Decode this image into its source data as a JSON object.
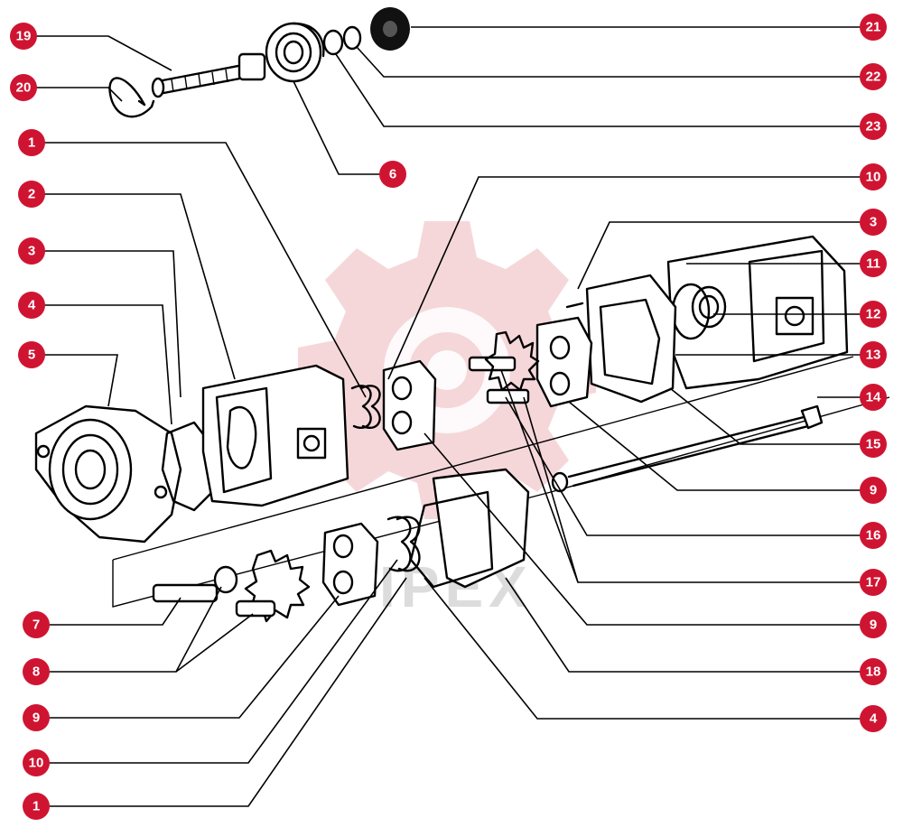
{
  "watermark": {
    "text": "IPEX",
    "color": "#f2c9cd"
  },
  "accent_color": "#cf1432",
  "callouts": [
    {
      "id": "c19",
      "label": "19"
    },
    {
      "id": "c20",
      "label": "20"
    },
    {
      "id": "c1a",
      "label": "1"
    },
    {
      "id": "c2",
      "label": "2"
    },
    {
      "id": "c3a",
      "label": "3"
    },
    {
      "id": "c4a",
      "label": "4"
    },
    {
      "id": "c5",
      "label": "5"
    },
    {
      "id": "c7",
      "label": "7"
    },
    {
      "id": "c8",
      "label": "8"
    },
    {
      "id": "c9a",
      "label": "9"
    },
    {
      "id": "c10a",
      "label": "10"
    },
    {
      "id": "c1b",
      "label": "1"
    },
    {
      "id": "c6",
      "label": "6"
    },
    {
      "id": "c21",
      "label": "21"
    },
    {
      "id": "c22",
      "label": "22"
    },
    {
      "id": "c23",
      "label": "23"
    },
    {
      "id": "c10b",
      "label": "10"
    },
    {
      "id": "c3b",
      "label": "3"
    },
    {
      "id": "c11",
      "label": "11"
    },
    {
      "id": "c12",
      "label": "12"
    },
    {
      "id": "c13",
      "label": "13"
    },
    {
      "id": "c14",
      "label": "14"
    },
    {
      "id": "c15",
      "label": "15"
    },
    {
      "id": "c9b",
      "label": "9"
    },
    {
      "id": "c16",
      "label": "16"
    },
    {
      "id": "c17",
      "label": "17"
    },
    {
      "id": "c9c",
      "label": "9"
    },
    {
      "id": "c18",
      "label": "18"
    },
    {
      "id": "c4b",
      "label": "4"
    }
  ]
}
